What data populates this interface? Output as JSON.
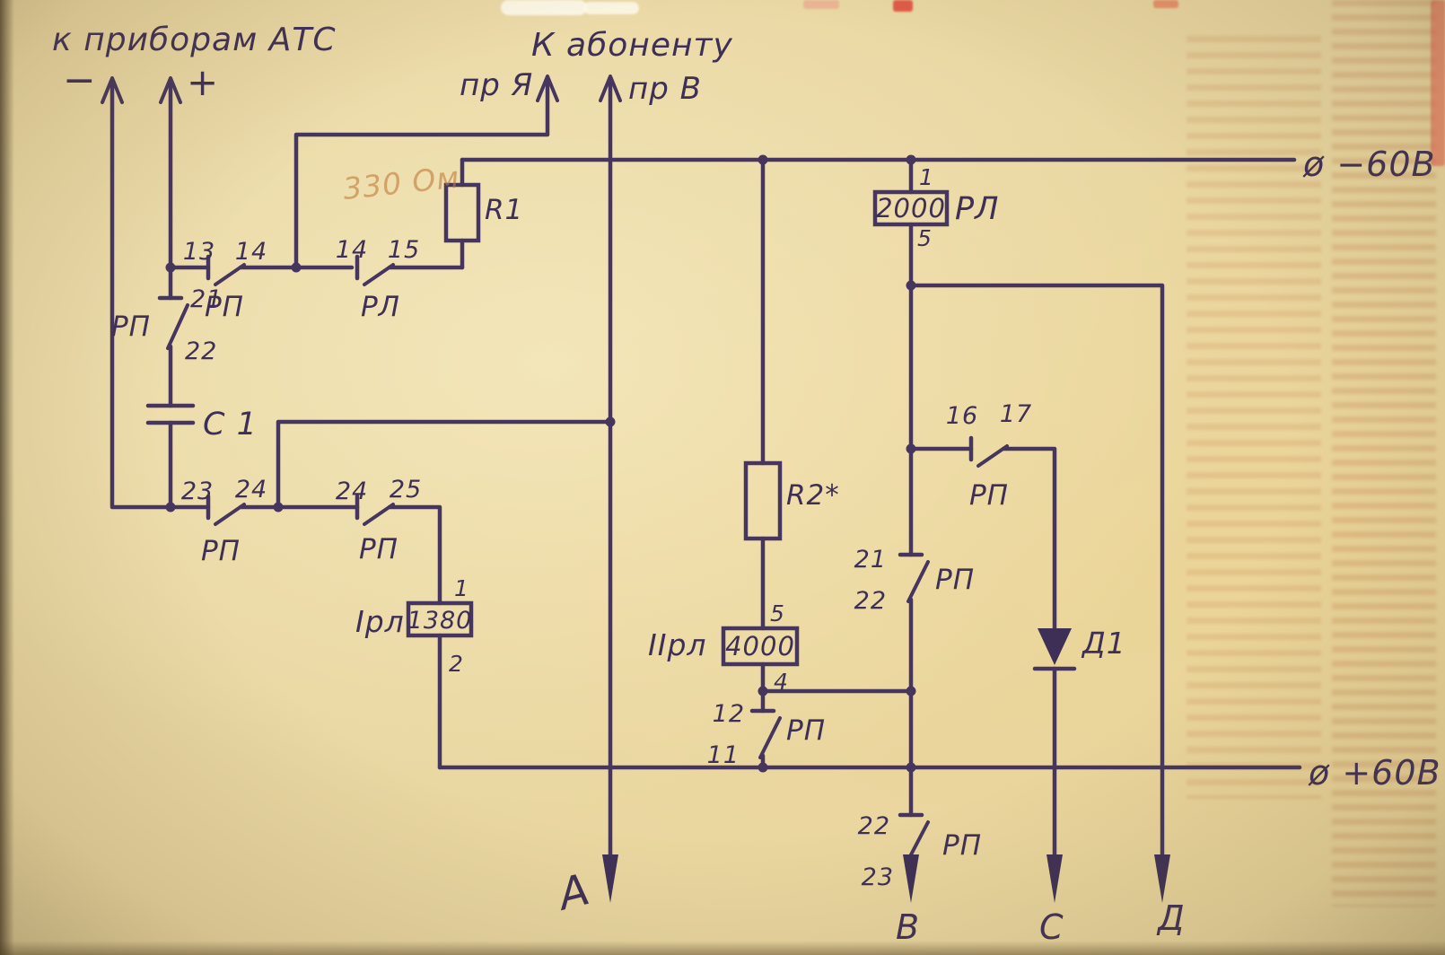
{
  "page": {
    "bg": "#e9d7a2",
    "ink": "#45355f"
  },
  "header": {
    "to_ats": "к приборам АТС",
    "minus": "−",
    "plus": "+",
    "to_subscriber": "К абоненту",
    "wire_ya": "пр Я",
    "wire_v": "пр В"
  },
  "rails": {
    "neg": "ø −60В",
    "pos": "ø +60В"
  },
  "components": {
    "r1": {
      "name": "R1",
      "faded_value": "330 Ом"
    },
    "r2": {
      "name": "R2*"
    },
    "c1": {
      "name": "C 1"
    },
    "d1": {
      "name": "Д1"
    },
    "relay_irl": {
      "name": "Iрл",
      "value": "1380",
      "pin_top": "1",
      "pin_bottom": "2"
    },
    "relay_iirl": {
      "name": "IIрл",
      "value": "4000",
      "pin_top": "5",
      "pin_bottom": "4"
    },
    "relay_rl": {
      "name": "РЛ",
      "value": "2000",
      "pin_top": "1",
      "pin_bottom": "5"
    }
  },
  "contacts": {
    "rp_13_14": {
      "a": "13",
      "b": "14",
      "relay": "РП"
    },
    "rl_14_15": {
      "a": "14",
      "b": "15",
      "relay": "РЛ"
    },
    "rp_21_22_left": {
      "a": "21",
      "b": "22",
      "relay": "РП"
    },
    "rp_23_24": {
      "a": "23",
      "b": "24",
      "relay": "РП"
    },
    "rp_24_25": {
      "a": "24",
      "b": "25",
      "relay": "РП"
    },
    "rp_16_17": {
      "a": "16",
      "b": "17",
      "relay": "РП"
    },
    "rp_21_22_right": {
      "a": "21",
      "b": "22",
      "relay": "РП"
    },
    "rp_12_11": {
      "a": "12",
      "b": "11",
      "relay": "РП"
    },
    "rp_22_23": {
      "a": "22",
      "b": "23",
      "relay": "РП"
    }
  },
  "outputs": {
    "a": "А",
    "b": "В",
    "c": "С",
    "d": "Д"
  }
}
